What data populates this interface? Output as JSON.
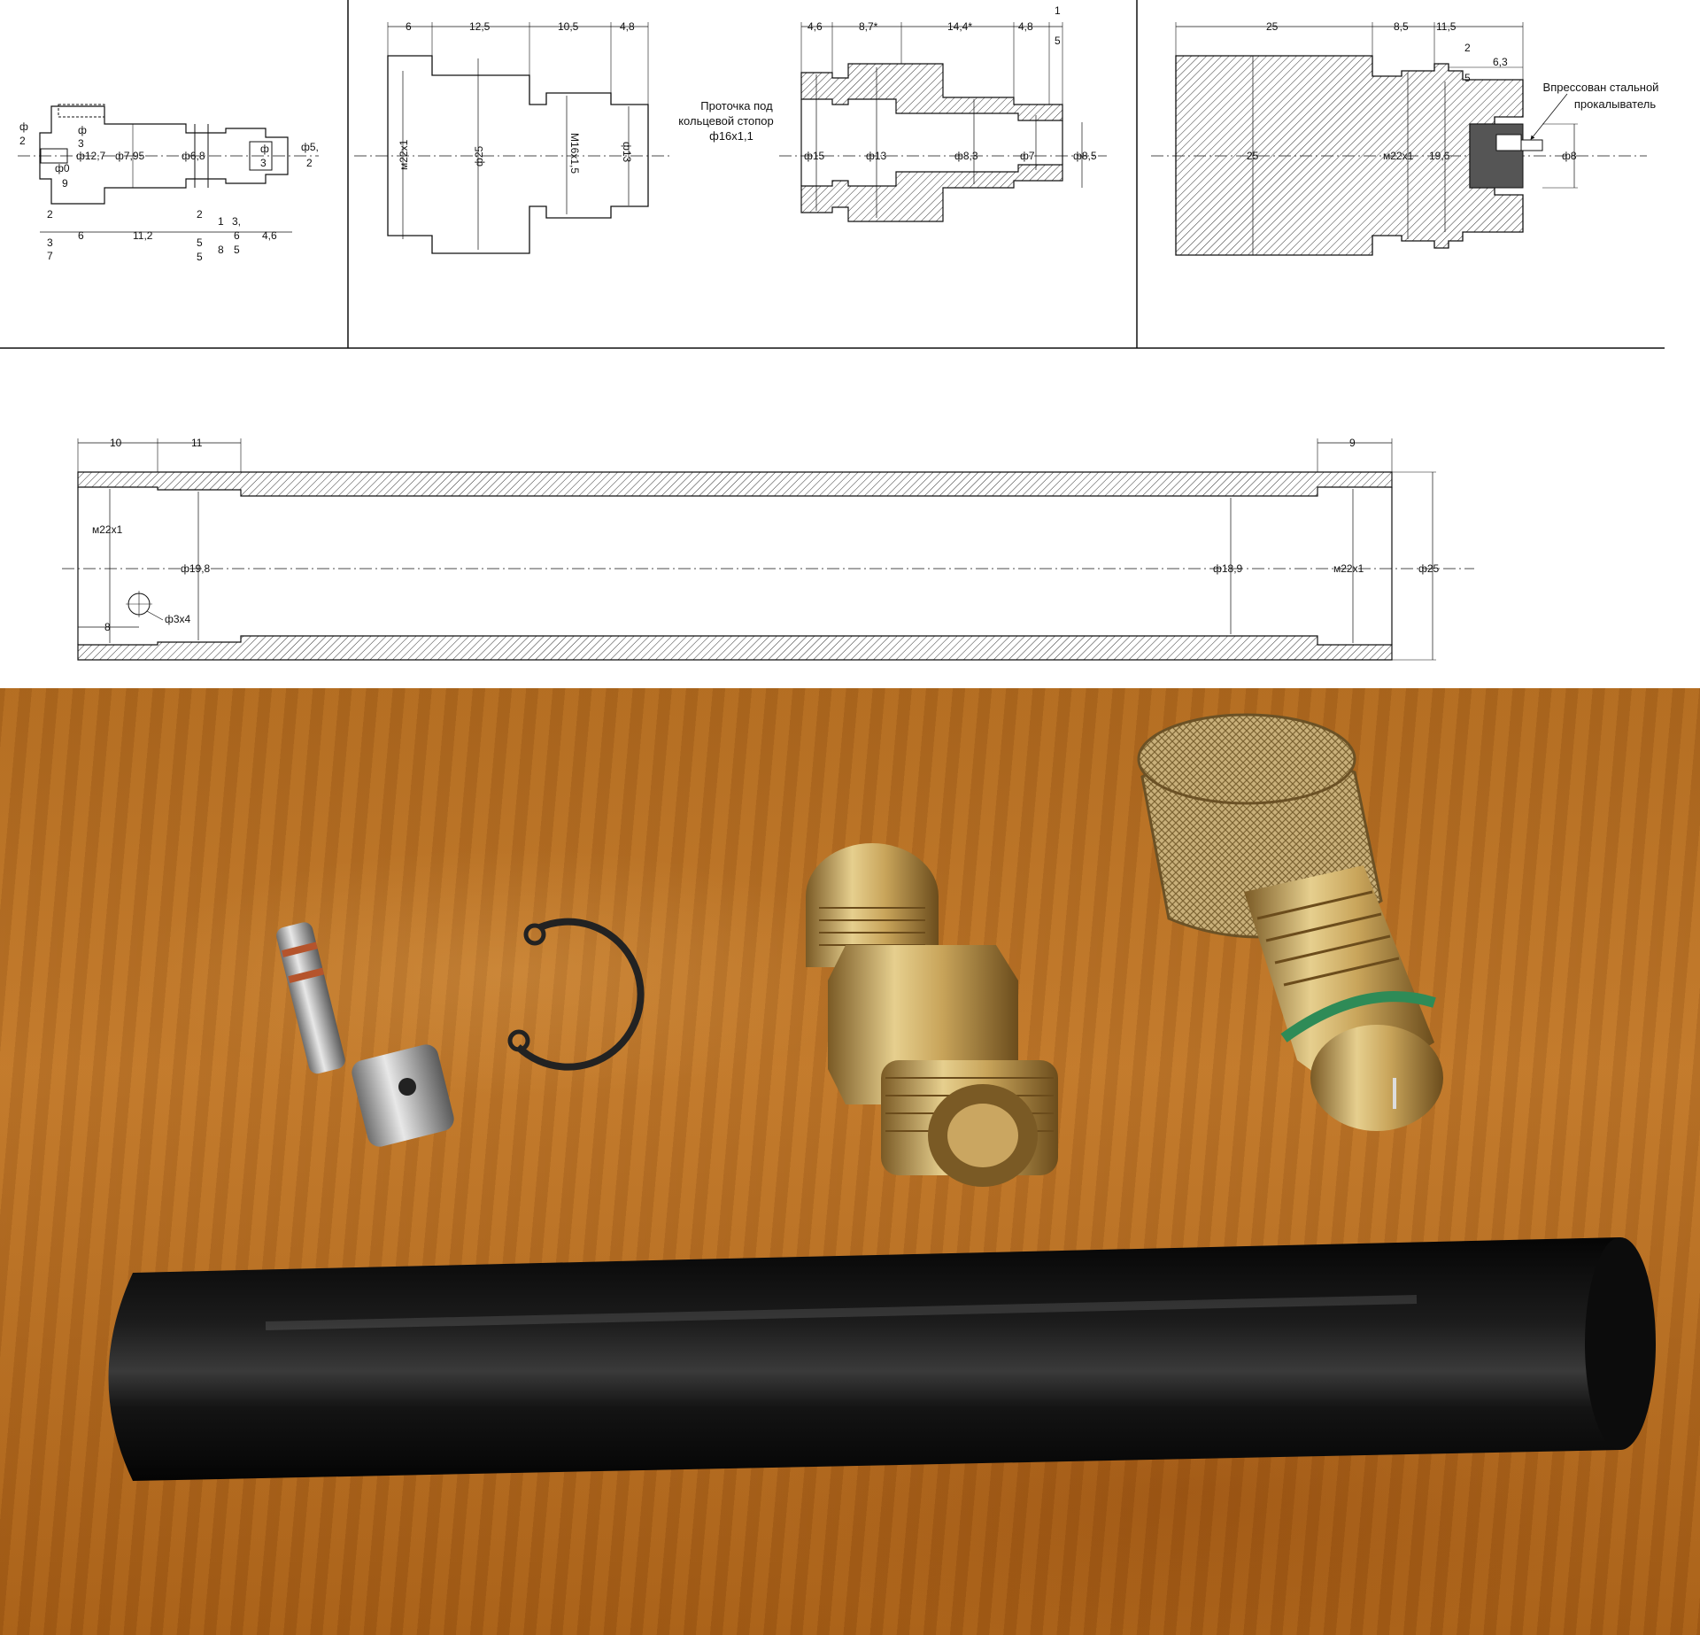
{
  "top_drawings": {
    "part1": {
      "dims": [
        "ф",
        "2",
        "ф",
        "3",
        "ф0",
        "9",
        "ф12,7",
        "ф7,95",
        "ф6,8",
        "ф",
        "3",
        "ф5,",
        "2",
        "2",
        "3",
        "7",
        "6",
        "11,2",
        "2",
        "5",
        "5",
        "1",
        "8",
        "3,",
        "6",
        "5",
        "4,6"
      ]
    },
    "part2": {
      "dims": [
        "6",
        "12,5",
        "10,5",
        "4,8",
        "м22х1",
        "ф25",
        "М16х1,5",
        "ф13"
      ]
    },
    "part3": {
      "note_lines": [
        "Проточка под",
        "кольцевой стопор",
        "ф16х1,1"
      ],
      "dims": [
        "4,6",
        "8,7*",
        "14,4*",
        "4,8",
        "1",
        "5",
        "ф15",
        "ф13",
        "ф8,3",
        "ф7",
        "ф8,5"
      ]
    },
    "part4": {
      "note_lines": [
        "Впрессован стальной",
        "прокалыватель"
      ],
      "dims": [
        "25",
        "8,5",
        "11,5",
        "2",
        "5",
        "6,3",
        "25",
        "м22х1",
        "19,6",
        "ф8"
      ]
    }
  },
  "tube_drawing": {
    "dims": [
      "10",
      "11",
      "9",
      "м22х1",
      "ф19,8",
      "ф18,9",
      "м22х1",
      "ф25",
      "8",
      "ф3х4"
    ]
  },
  "photo": {
    "items": [
      "valve-stem",
      "circlip-ring",
      "brass-adapter",
      "knurled-cap",
      "black-tube"
    ]
  },
  "colors": {
    "line": "#111111",
    "hatch": "#333333",
    "wood": "#b06a1f",
    "brass": "#c8a45a",
    "tube": "#141414",
    "oring": "#2e8b57"
  }
}
